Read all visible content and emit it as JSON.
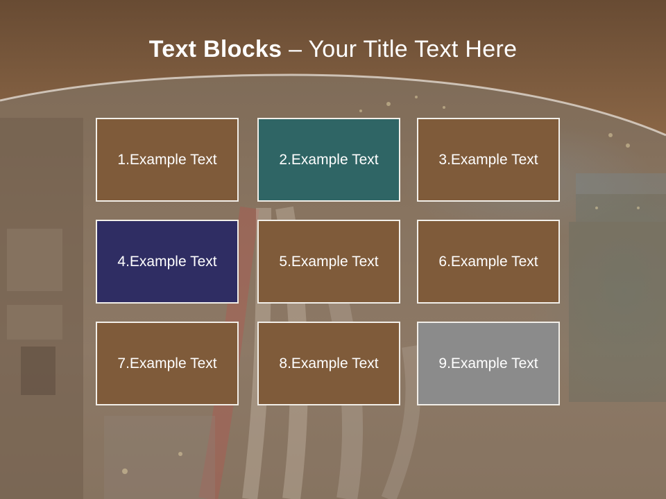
{
  "slide": {
    "title_bold": "Text Blocks",
    "title_dash": " – ",
    "title_rest": "Your Title Text Here"
  },
  "colors": {
    "band": "#6f5038",
    "brown": "#7f5b3a",
    "teal": "#2f6565",
    "navy": "#2f2d63",
    "gray": "#8b8b8b"
  },
  "blocks": [
    {
      "label": "1.Example Text",
      "color": "brown"
    },
    {
      "label": "2.Example Text",
      "color": "teal"
    },
    {
      "label": "3.Example Text",
      "color": "brown"
    },
    {
      "label": "4.Example Text",
      "color": "navy"
    },
    {
      "label": "5.Example Text",
      "color": "brown"
    },
    {
      "label": "6.Example Text",
      "color": "brown"
    },
    {
      "label": "7.Example Text",
      "color": "brown"
    },
    {
      "label": "8.Example Text",
      "color": "brown"
    },
    {
      "label": "9.Example Text",
      "color": "gray"
    }
  ]
}
